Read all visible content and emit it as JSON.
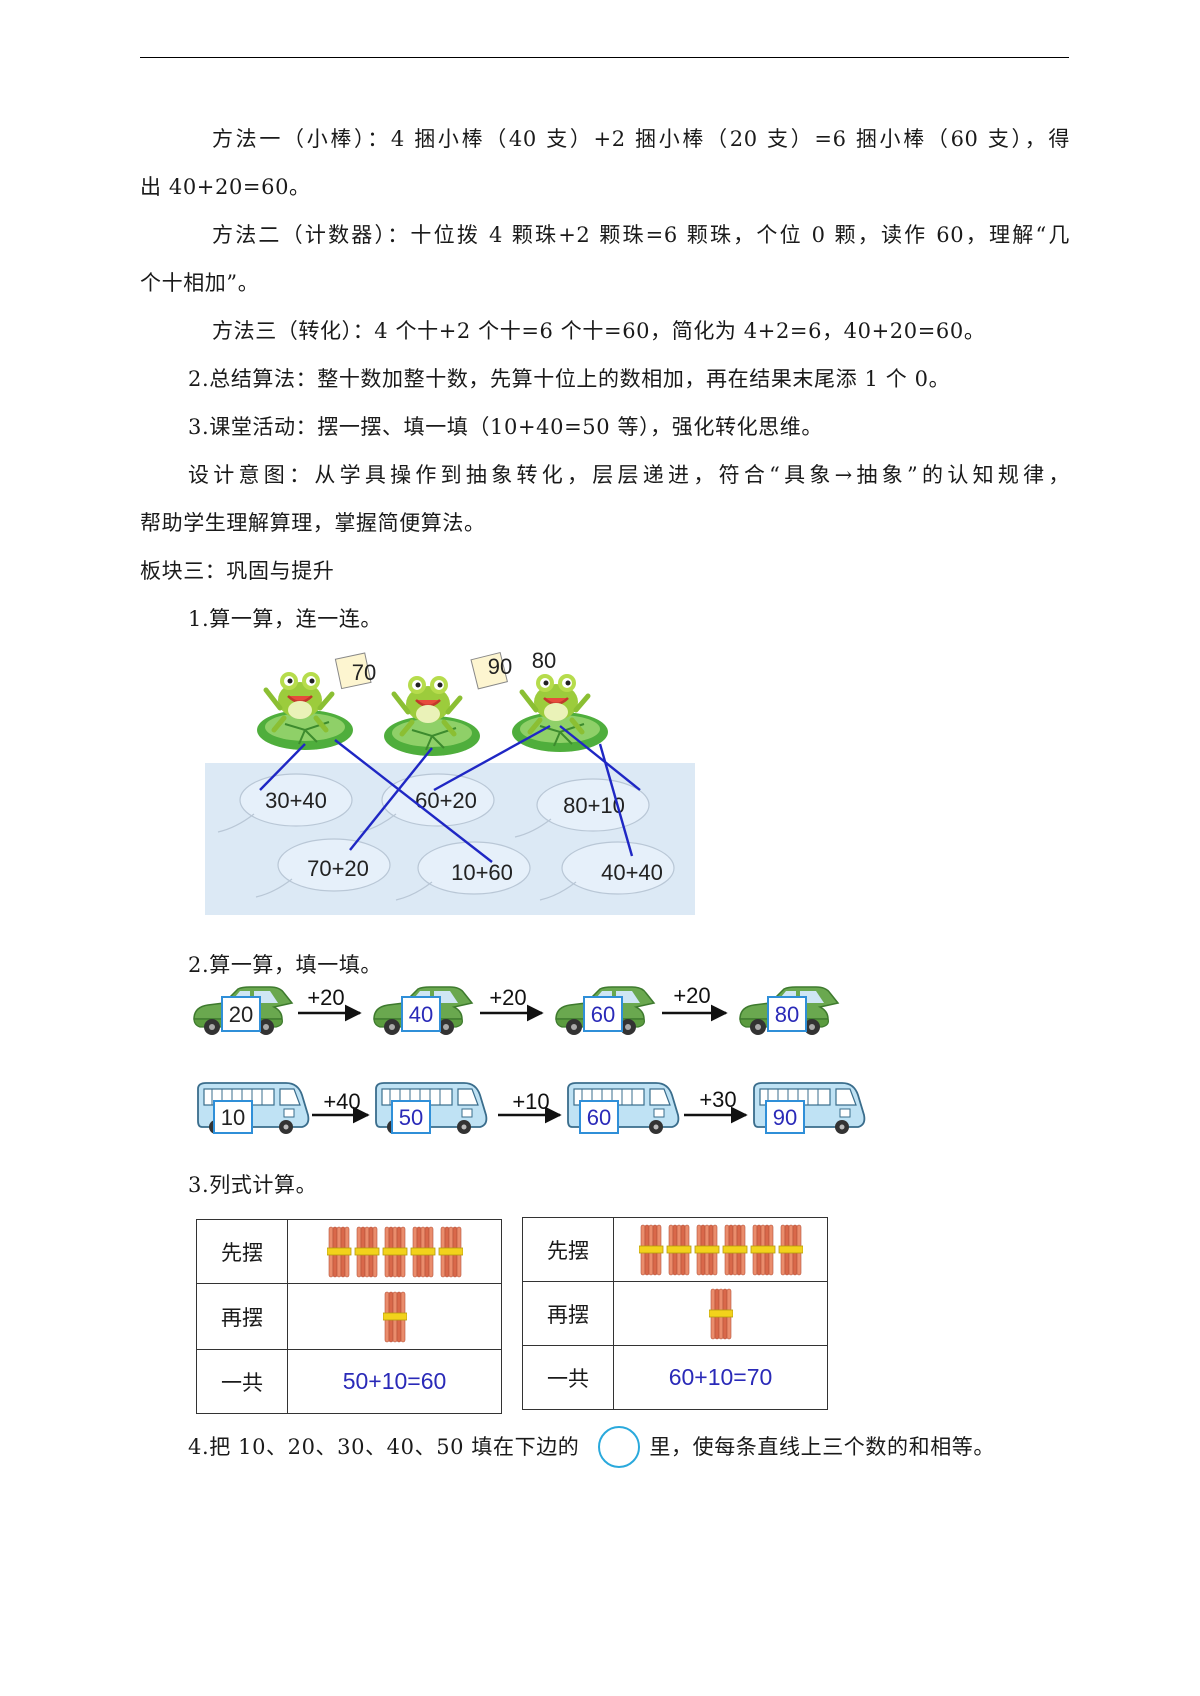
{
  "paragraphs": [
    "方法一（小棒）：4 捆小棒（40 支）+2 捆小棒（20 支）=6 捆小棒（60 支），得",
    "出 40+20=60。",
    "方法二（计数器）：十位拨 4 颗珠+2 颗珠=6 颗珠，个位 0 颗，读作 60，理解“几",
    "个十相加”。",
    "方法三（转化）：4 个十+2 个十=6 个十=60，简化为 4+2=6，40+20=60。",
    "2.总结算法：整十数加整十数，先算十位上的数相加，再在结果末尾添 1 个 0。",
    "3.课堂活动：摆一摆、填一填（10+40=50 等），强化转化思维。",
    "设计意图：从学具操作到抽象转化，层层递进，符合“具象→抽象”的认知规律，",
    "帮助学生理解算理，掌握简便算法。",
    "板块三：巩固与提升",
    "1.算一算，连一连。"
  ],
  "frogs": [
    "70",
    "90",
    "80"
  ],
  "bubbles": [
    "30+40",
    "60+20",
    "80+10",
    "70+20",
    "10+60",
    "40+40"
  ],
  "q2_title": "2.算一算，填一填。",
  "cars": {
    "values": [
      "20",
      "40",
      "60",
      "80"
    ],
    "steps": [
      "+20",
      "+20",
      "+20"
    ]
  },
  "buses": {
    "values": [
      "10",
      "50",
      "60",
      "90"
    ],
    "steps": [
      "+40",
      "+10",
      "+30"
    ]
  },
  "q3_title": "3.列式计算。",
  "tables": [
    {
      "row1": "先摆",
      "row2": "再摆",
      "row3": "一共",
      "bundles_first": 5,
      "bundles_then": 1,
      "answer": "50+10=60"
    },
    {
      "row1": "先摆",
      "row2": "再摆",
      "row3": "一共",
      "bundles_first": 6,
      "bundles_then": 1,
      "answer": "60+10=70"
    }
  ],
  "q4": {
    "before": "4.把 10、20、30、40、50 填在下边的",
    "after": "里，使每条直线上三个数的和相等。"
  },
  "colors": {
    "answer_blue": "#2a2ab8",
    "line_blue": "#1f27c4",
    "box_blue": "#2f8fd8",
    "circle": "#2aa9dc"
  }
}
